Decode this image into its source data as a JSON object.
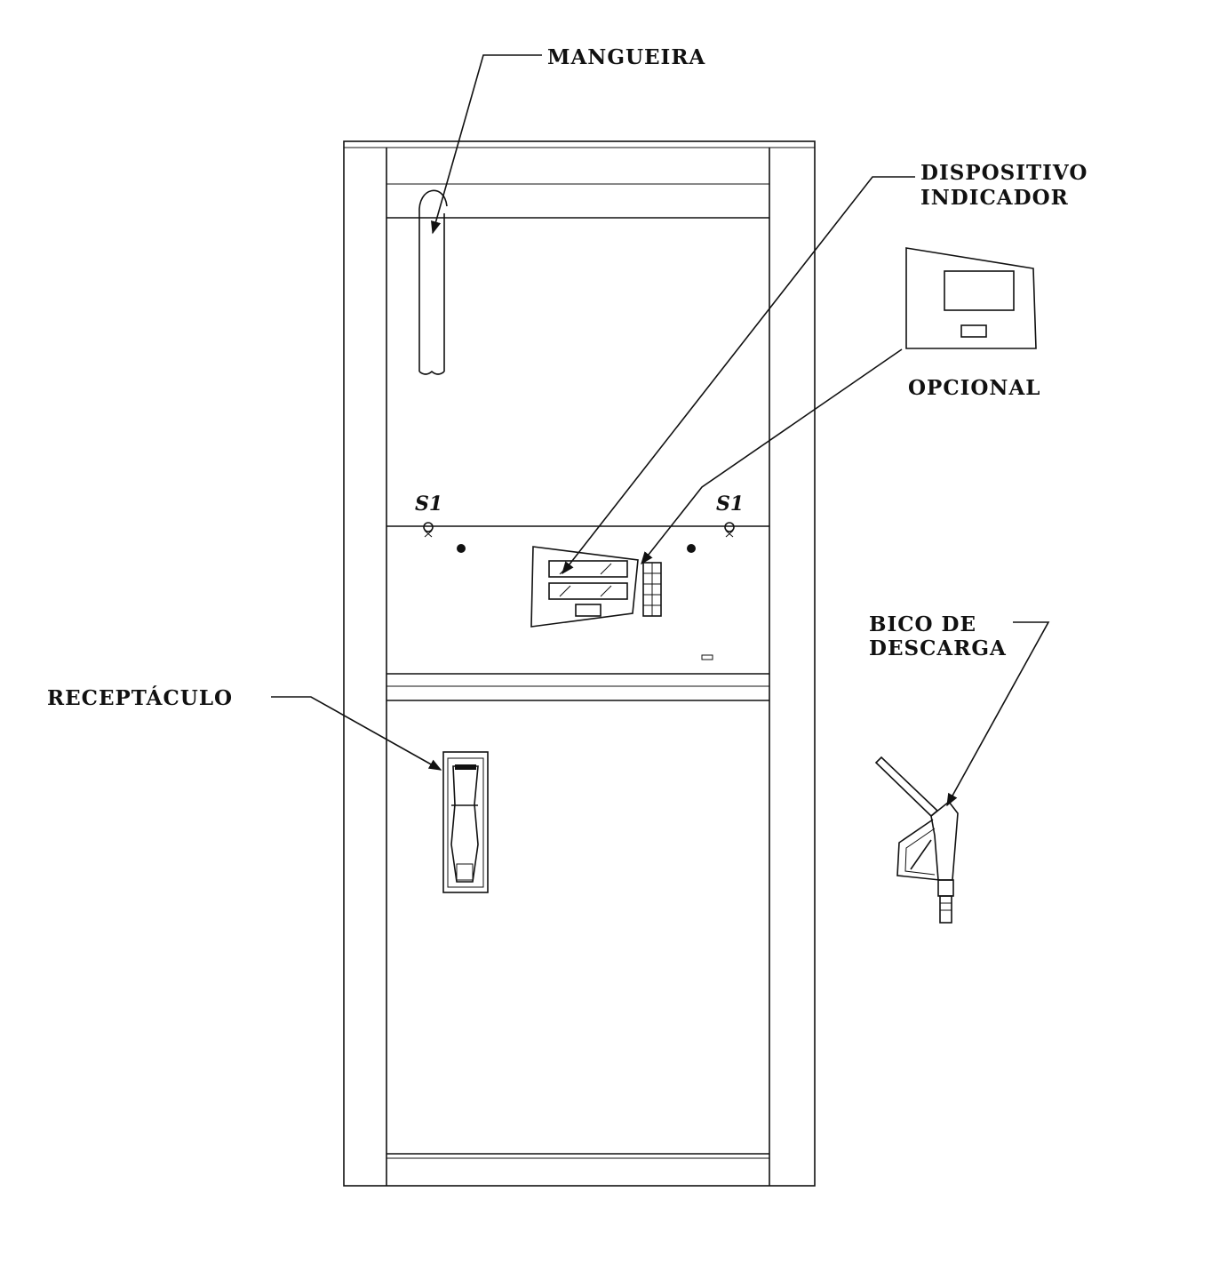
{
  "labels": {
    "mangueira": "MANGUEIRA",
    "dispositivo_line1": "DISPOSITIVO",
    "dispositivo_line2": "INDICADOR",
    "opcional": "OPCIONAL",
    "bico_line1": "BICO DE",
    "bico_line2": "DESCARGA",
    "receptaculo": "RECEPTÁCULO",
    "s1_left": "S1",
    "s1_right": "S1"
  }
}
